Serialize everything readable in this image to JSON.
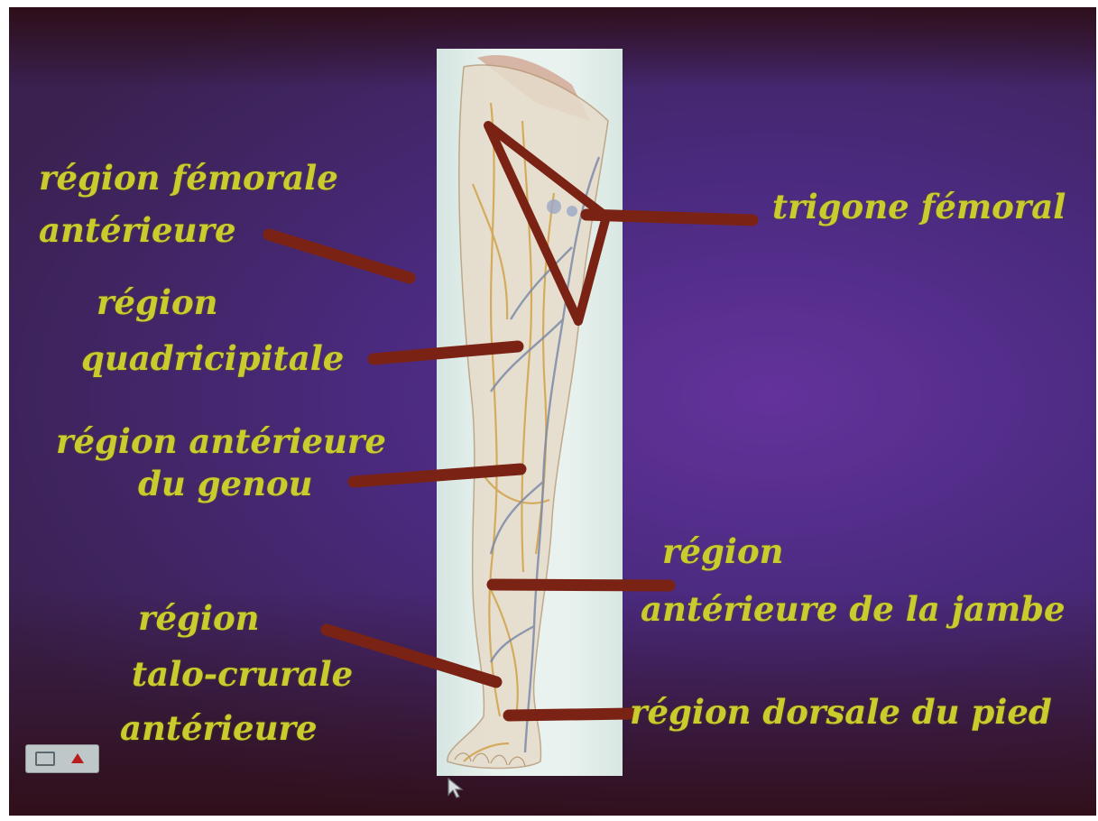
{
  "slide": {
    "labels": {
      "femorale_1": "région fémorale",
      "femorale_2": "antérieure",
      "quad_1": "région",
      "quad_2": "quadricipitale",
      "genou_1": "région antérieure",
      "genou_2": "du genou",
      "talo_1": "région",
      "talo_2": "talo-crurale",
      "talo_3": "antérieure",
      "trigone": "trigone fémoral",
      "jambe_1": "région",
      "jambe_2": "antérieure de la jambe",
      "pied": "région dorsale du pied"
    }
  },
  "colors": {
    "label": "#c9cc2c",
    "arrow": "#7a2314",
    "background": "#4a2a7f"
  },
  "icons": {
    "taskbar": "presentation-icon",
    "up": "triangle-up-icon",
    "cursor": "mouse-cursor-icon"
  }
}
